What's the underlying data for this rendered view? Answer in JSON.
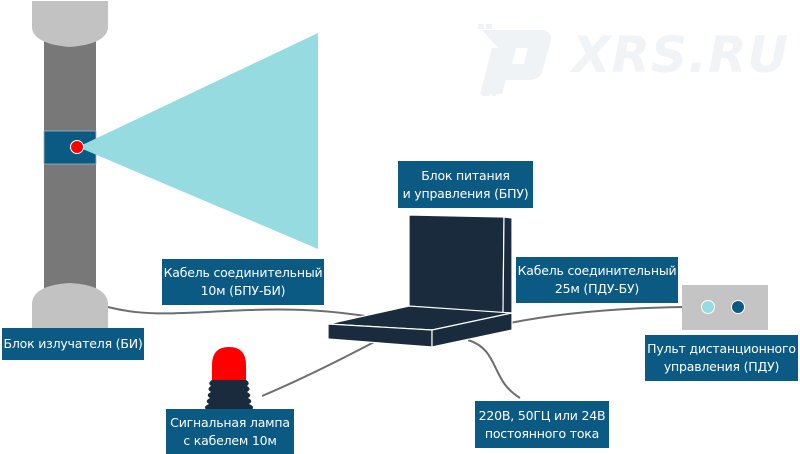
{
  "watermark": {
    "text": "XRS.RU",
    "logo_icon": "xrs-logo-icon"
  },
  "labels": {
    "emitter_block": [
      "Блок излучателя (БИ)"
    ],
    "power_control_block": [
      "Блок питания",
      "и управления (БПУ)"
    ],
    "cable_bpu_bi": [
      "Кабель соединительный",
      "10м (БПУ-БИ)"
    ],
    "cable_pdu_bu": [
      "Кабель соединительный",
      "25м (ПДУ-БУ)"
    ],
    "signal_lamp": [
      "Сигнальная лампа",
      "с кабелем 10м"
    ],
    "remote_control": [
      "Пульт дистанционного",
      "управления (ПДУ)"
    ],
    "power_supply": [
      "220В, 50ГЦ или 24В",
      "постоянного тока"
    ]
  },
  "components": {
    "emitter_column": "column-emitter-icon",
    "beam": "detection-beam-icon",
    "bpu_unit": "power-control-unit-icon",
    "signal_lamp": "signal-lamp-icon",
    "remote_panel": "remote-control-panel-icon"
  },
  "colors": {
    "label_bg": "#0a5a84",
    "label_text": "#ffffff",
    "column_body": "#787878",
    "column_cap": "#c2c2c2",
    "column_band": "#0a5a84",
    "emitter_dot": "#ff0000",
    "beam": "#96dbe0",
    "bpu_unit": "#1a2b3d",
    "cable": "#6e6e6e",
    "lamp_dome": "#ff0000",
    "lamp_base": "#1a2b3d",
    "remote_panel": "#c4c4c4",
    "remote_button_light": "#96dbe0",
    "remote_button_dark": "#0a5a84",
    "watermark": "#eef2f5"
  }
}
